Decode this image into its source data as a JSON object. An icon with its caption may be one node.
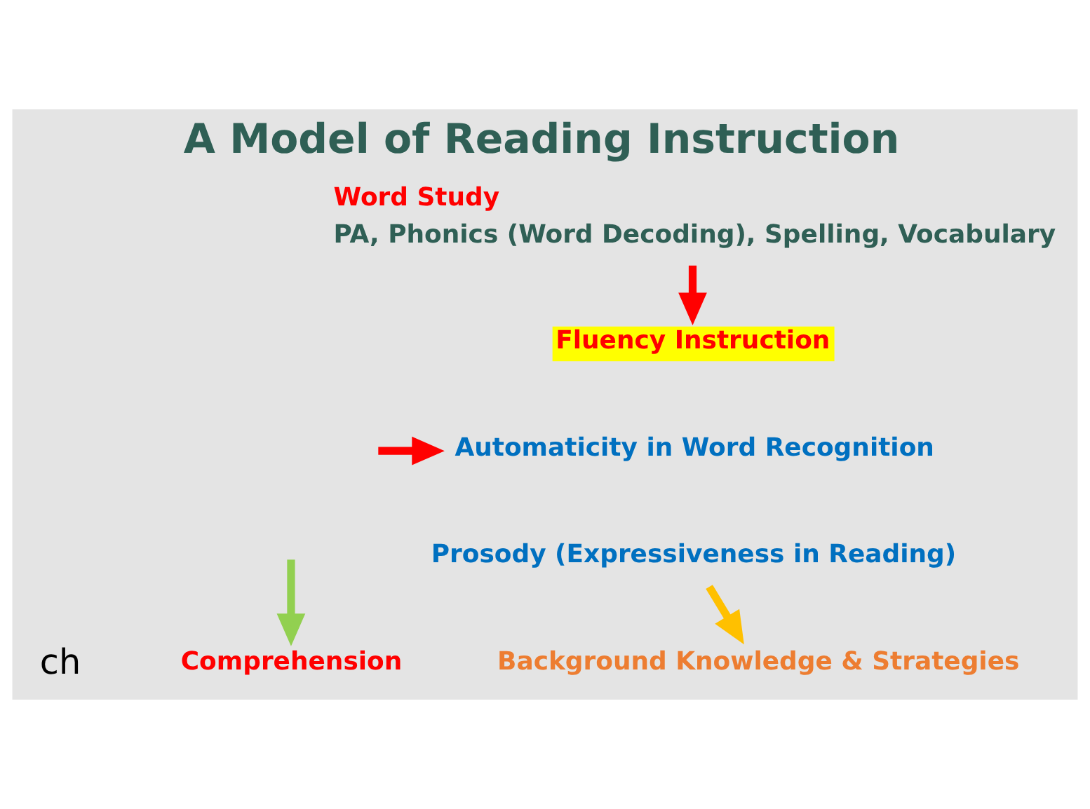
{
  "diagram": {
    "title": "A Model of Reading Instruction",
    "nodes": [
      {
        "text": [
          "Word Study",
          "PA, Phonics (Word Decoding), Spelling, Vocabulary"
        ]
      },
      {
        "text": [
          "Fluency Instruction"
        ]
      },
      {
        "text": [
          "Automaticity in Word Recognition"
        ]
      },
      {
        "text": [
          "Prosody (Expressiveness in Reading)"
        ]
      },
      {
        "text": [
          "Comprehension"
        ]
      },
      {
        "text": [
          "Background Knowledge & Strategies"
        ]
      }
    ],
    "edges": [
      {
        "from": 0,
        "to": 1,
        "arrow": "to",
        "color": "#ff0000"
      },
      {
        "from": null,
        "to": 2,
        "arrow": "to",
        "color": "#ff0000"
      },
      {
        "from": null,
        "to": 4,
        "arrow": "to",
        "color": "#92d050"
      },
      {
        "from": 3,
        "to": 5,
        "arrow": "to",
        "color": "#ffc000"
      }
    ],
    "labels": [
      "ch"
    ]
  }
}
